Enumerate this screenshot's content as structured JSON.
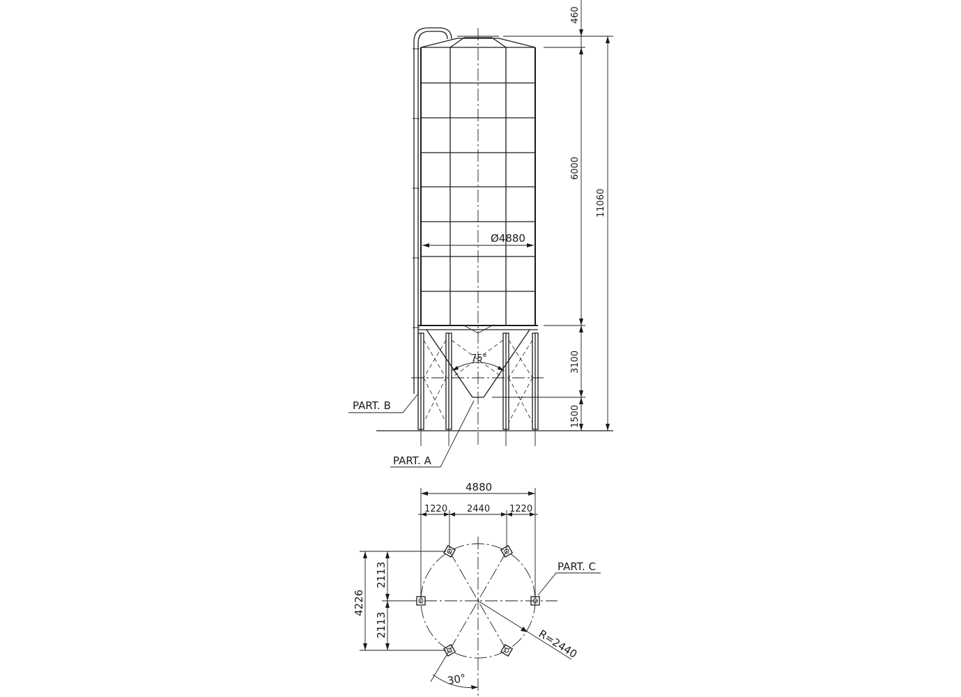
{
  "drawing": {
    "elevation": {
      "dims": {
        "top_clearance": "460",
        "cylinder_height": "6000",
        "total_height": "11060",
        "hopper_height": "3100",
        "clearance_height": "1500",
        "diameter": "Ø4880",
        "hopper_angle": "75°"
      },
      "callouts": {
        "part_a": "PART. A",
        "part_b": "PART. B"
      }
    },
    "plan": {
      "dims": {
        "overall_width": "4880",
        "left_offset": "1220",
        "center_span": "2440",
        "right_offset": "1220",
        "overall_depth": "4226",
        "upper_half": "2113",
        "lower_half": "2113",
        "radius": "R=2440",
        "angle": "30°"
      },
      "callouts": {
        "part_c": "PART. C"
      }
    }
  }
}
